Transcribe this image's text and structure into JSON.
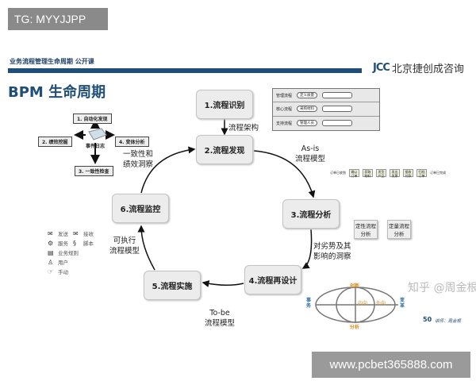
{
  "overlay_tag": "TG: MYYJJPP",
  "header": {
    "course": "业务流程管理生命周期 公开课",
    "logo_mark": "JCC",
    "company": "北京捷创成咨询"
  },
  "title": "BPM 生命周期",
  "steps": [
    "1.流程识别",
    "2.流程发现",
    "3.流程分析",
    "4.流程再设计",
    "5.流程实施",
    "6.流程监控"
  ],
  "arrow_labels": {
    "architecture": "流程架构",
    "asis": [
      "As-is",
      "流程模型"
    ],
    "insight": [
      "对劣势及其",
      "影响的洞察"
    ],
    "tobe": [
      "To-be",
      "流程模型"
    ],
    "executable": [
      "可执行",
      "流程模型"
    ],
    "conformance": [
      "一致性和",
      "绩效洞察"
    ]
  },
  "mining": {
    "center": "事件日志",
    "items": [
      "1. 自动化发现",
      "2. 绩效挖掘",
      "3. 一致性检查",
      "4. 变体分析"
    ]
  },
  "architecture_table": [
    {
      "type": "管理流程",
      "item": "定义质量"
    },
    {
      "type": "核心流程",
      "item": "采购材料"
    },
    {
      "type": "支持流程",
      "item": "管理人员"
    }
  ],
  "asis_model": {
    "start": "订单已收到",
    "end": "订单已完成",
    "tasks": [
      "确认订单",
      "获取物料",
      "发货产品",
      "发出发票",
      "接收付款",
      "归档订单"
    ]
  },
  "analysis": [
    [
      "定性流程",
      "分析"
    ],
    [
      "定量流程",
      "分析"
    ]
  ],
  "legend": [
    {
      "icon": "envelope-filled-icon",
      "label": "发送"
    },
    {
      "icon": "envelope-icon",
      "label": "接收"
    },
    {
      "icon": "gear-icon",
      "label": "服务"
    },
    {
      "icon": "script-icon",
      "label": "脚本"
    },
    {
      "icon": "table-icon",
      "label": "业务规则"
    },
    {
      "icon": "user-icon",
      "label": "用户"
    },
    {
      "icon": "hand-icon",
      "label": "手动"
    }
  ],
  "redesign_matrix": {
    "top": "创新",
    "bottom": "分析",
    "left": "事务",
    "right": "变革",
    "inner_left": "内向",
    "inner_right": "外向"
  },
  "watermark": "知乎 @周金根",
  "footer": {
    "page": "50",
    "lecturer": "讲师：周金根"
  },
  "site_banner": "www.pcbet365888.com",
  "colors": {
    "brand": "#1f4e79",
    "orange": "#d98c1f"
  }
}
